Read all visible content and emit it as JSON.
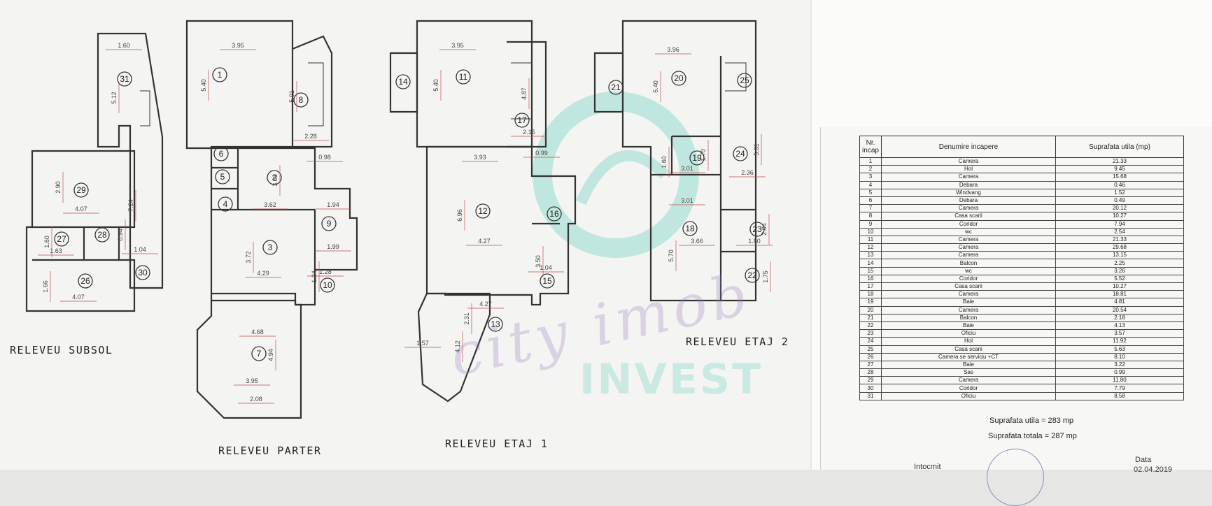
{
  "plans": {
    "subsol_label": "RELEVEU SUBSOL",
    "parter_label": "RELEVEU PARTER",
    "etaj1_label": "RELEVEU ETAJ 1",
    "etaj2_label": "RELEVEU ETAJ 2"
  },
  "room_numbers": {
    "subsol": [
      "31",
      "29",
      "27",
      "28",
      "26",
      "30"
    ],
    "parter": [
      "1",
      "8",
      "6",
      "5",
      "2",
      "4",
      "3",
      "9",
      "10",
      "7"
    ],
    "etaj1": [
      "14",
      "11",
      "17",
      "12",
      "16",
      "15",
      "13"
    ],
    "etaj2": [
      "21",
      "20",
      "25",
      "19",
      "24",
      "18",
      "23",
      "22"
    ]
  },
  "dimensions": {
    "subsol": [
      "1.60",
      "5.12",
      "2.90",
      "4.07",
      "7.24",
      "1.60",
      "1.63",
      "0.94",
      "1.04",
      "1.66",
      "4.07"
    ],
    "parter": [
      "3.95",
      "5.40",
      "5.01",
      "2.28",
      "0.98",
      "3.03",
      "3.62",
      "1.94",
      "3.72",
      "4.29",
      "1.99",
      "1.28",
      "1.24",
      "4.68",
      "4.94",
      "3.95",
      "2.08"
    ],
    "etaj1": [
      "3.95",
      "5.40",
      "4.87",
      "2.15",
      "3.93",
      "0.99",
      "6.96",
      "4.27",
      "3.50",
      "1.04",
      "4.27",
      "2.31",
      "1.57",
      "4.12"
    ],
    "etaj2": [
      "3.96",
      "5.40",
      "1.60",
      "3.01",
      "1.70",
      "2.36",
      "5.31",
      "3.01",
      "5.70",
      "3.66",
      "2.04",
      "1.80",
      "1.75"
    ]
  },
  "table": {
    "headers": [
      "Nr. incap",
      "Denumire incapere",
      "Suprafata utila (mp)"
    ],
    "rows": [
      [
        "1",
        "Camera",
        "21.33"
      ],
      [
        "2",
        "Hol",
        "9.45"
      ],
      [
        "3",
        "Camera",
        "15.68"
      ],
      [
        "4",
        "Debara",
        "0.46"
      ],
      [
        "5",
        "Windvang",
        "1.52"
      ],
      [
        "6",
        "Debara",
        "0.49"
      ],
      [
        "7",
        "Camera",
        "20.12"
      ],
      [
        "8",
        "Casa scarii",
        "10.27"
      ],
      [
        "9",
        "Coridor",
        "7.94"
      ],
      [
        "10",
        "wc",
        "2.54"
      ],
      [
        "11",
        "Camera",
        "21.33"
      ],
      [
        "12",
        "Camera",
        "29.68"
      ],
      [
        "13",
        "Camera",
        "13.15"
      ],
      [
        "14",
        "Balcon",
        "2.25"
      ],
      [
        "15",
        "wc",
        "3.26"
      ],
      [
        "16",
        "Coridor",
        "5.52"
      ],
      [
        "17",
        "Casa scarii",
        "10.27"
      ],
      [
        "18",
        "Camera",
        "18.81"
      ],
      [
        "19",
        "Baie",
        "4.81"
      ],
      [
        "20",
        "Camera",
        "20.54"
      ],
      [
        "21",
        "Balcon",
        "2.18"
      ],
      [
        "22",
        "Baie",
        "4.13"
      ],
      [
        "23",
        "Oficiu",
        "3.57"
      ],
      [
        "24",
        "Hol",
        "11.92"
      ],
      [
        "25",
        "Casa scarii",
        "5.63"
      ],
      [
        "26",
        "Camera se serviciu +CT",
        "8.10"
      ],
      [
        "27",
        "Baie",
        "3.22"
      ],
      [
        "28",
        "Sas",
        "0.99"
      ],
      [
        "29",
        "Camera",
        "11.80"
      ],
      [
        "30",
        "Coridor",
        "7.79"
      ],
      [
        "31",
        "Oficiu",
        "8.58"
      ]
    ],
    "total_useful": "Suprafata utila = 283 mp",
    "total_built": "Suprafata totala = 287 mp"
  },
  "footer": {
    "left": "Intocmit",
    "right": "Data",
    "date": "02.04.2019"
  },
  "watermark": {
    "script": "city imob",
    "brand": "INVEST"
  },
  "colors": {
    "paper": "#f4f4f2",
    "ink": "#333333",
    "dim_ink": "#c05050",
    "watermark_purple": "#9678be",
    "watermark_teal": "#5fcdbe"
  }
}
